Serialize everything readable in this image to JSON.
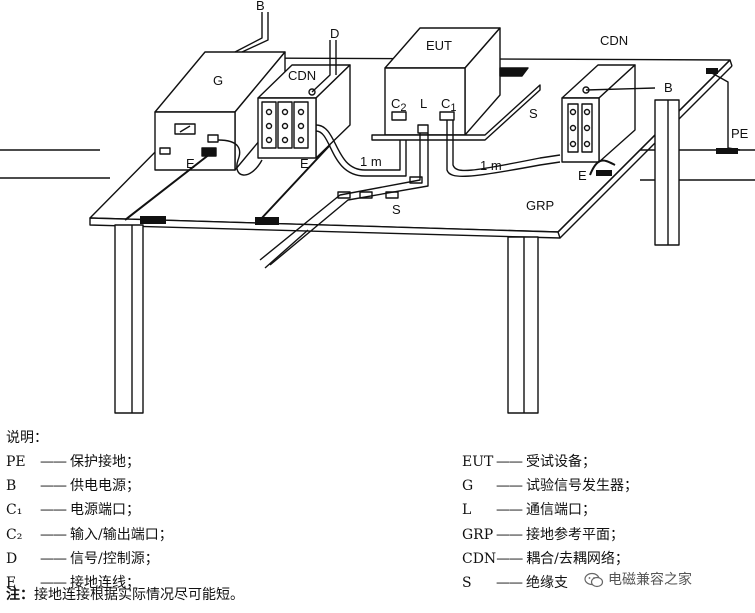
{
  "diagram": {
    "labels": {
      "B_top": "B",
      "G": "G",
      "D": "D",
      "CDN_left": "CDN",
      "EUT": "EUT",
      "CDN_right": "CDN",
      "B_right": "B",
      "PE": "PE",
      "C2_main": "C",
      "C2_sub": "2",
      "L": "L",
      "C1_main": "C",
      "C1_sub": "1",
      "S_eut": "S",
      "one_m_left": "1 m",
      "one_m_right": "1 m",
      "E_gen": "E",
      "E_cdn": "E",
      "E_right": "E",
      "S_bottom": "S",
      "GRP": "GRP"
    }
  },
  "legend": {
    "title": "说明：",
    "left": [
      {
        "sym": "PE",
        "dash": "——",
        "desc": "保护接地；"
      },
      {
        "sym": "B",
        "dash": "——",
        "desc": "供电电源；"
      },
      {
        "sym": "C₁",
        "dash": "——",
        "desc": "电源端口；"
      },
      {
        "sym": "C₂",
        "dash": "——",
        "desc": "输入/输出端口；"
      },
      {
        "sym": "D",
        "dash": "——",
        "desc": "信号/控制源；"
      },
      {
        "sym": "E",
        "dash": "——",
        "desc": "接地连线；"
      }
    ],
    "right": [
      {
        "sym": "EUT",
        "dash": "——",
        "desc": "受试设备；"
      },
      {
        "sym": "G",
        "dash": "——",
        "desc": "试验信号发生器；"
      },
      {
        "sym": "L",
        "dash": "——",
        "desc": "通信端口；"
      },
      {
        "sym": "GRP",
        "dash": "——",
        "desc": "接地参考平面；"
      },
      {
        "sym": "CDN",
        "dash": "——",
        "desc": "耦合/去耦网络；"
      },
      {
        "sym": "S",
        "dash": "——",
        "desc": "绝缘支"
      }
    ],
    "note_prefix": "注：",
    "note_text": "接地连接根据实际情况尽可能短。"
  },
  "watermark": {
    "text": "电磁兼容之家",
    "icon": "wechat-icon"
  }
}
